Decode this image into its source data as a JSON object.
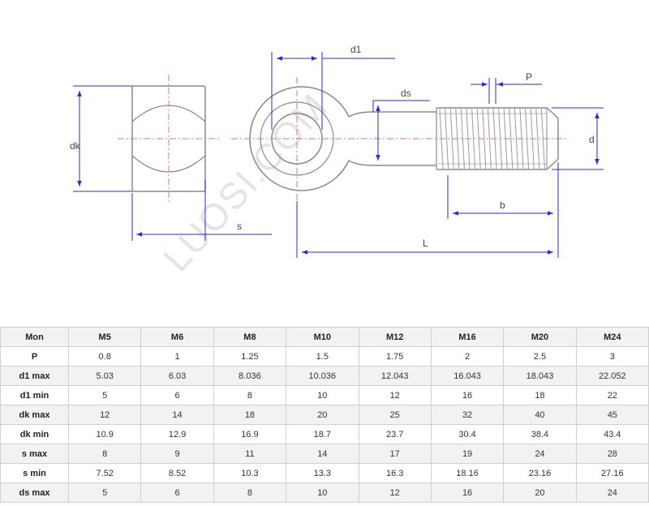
{
  "drawing": {
    "dimension_labels": {
      "dk": "dk",
      "s": "s",
      "d1": "d1",
      "ds": "ds",
      "P": "P",
      "d": "d",
      "b": "b",
      "L": "L"
    },
    "watermark": "LUOSI.COM",
    "colors": {
      "outline": "#8a8a8a",
      "dimension": "#2a2ad8",
      "centerline": "#e86aa0",
      "label": "#444444"
    }
  },
  "table": {
    "header": [
      "Mon",
      "M5",
      "M6",
      "M8",
      "M10",
      "M12",
      "M16",
      "M20",
      "M24"
    ],
    "rows": [
      {
        "label": "P",
        "values": [
          "0.8",
          "1",
          "1.25",
          "1.5",
          "1.75",
          "2",
          "2.5",
          "3"
        ]
      },
      {
        "label": "d1 max",
        "values": [
          "5.03",
          "6.03",
          "8.036",
          "10.036",
          "12.043",
          "16.043",
          "18.043",
          "22.052"
        ]
      },
      {
        "label": "d1 min",
        "values": [
          "5",
          "6",
          "8",
          "10",
          "12",
          "16",
          "18",
          "22"
        ]
      },
      {
        "label": "dk max",
        "values": [
          "12",
          "14",
          "18",
          "20",
          "25",
          "32",
          "40",
          "45"
        ]
      },
      {
        "label": "dk min",
        "values": [
          "10.9",
          "12.9",
          "16.9",
          "18.7",
          "23.7",
          "30.4",
          "38.4",
          "43.4"
        ]
      },
      {
        "label": "s max",
        "values": [
          "8",
          "9",
          "11",
          "14",
          "17",
          "19",
          "24",
          "28"
        ]
      },
      {
        "label": "s min",
        "values": [
          "7.52",
          "8.52",
          "10.3",
          "13.3",
          "16.3",
          "18.16",
          "23.16",
          "27.16"
        ]
      },
      {
        "label": "ds max",
        "values": [
          "5",
          "6",
          "8",
          "10",
          "12",
          "16",
          "20",
          "24"
        ]
      }
    ]
  }
}
